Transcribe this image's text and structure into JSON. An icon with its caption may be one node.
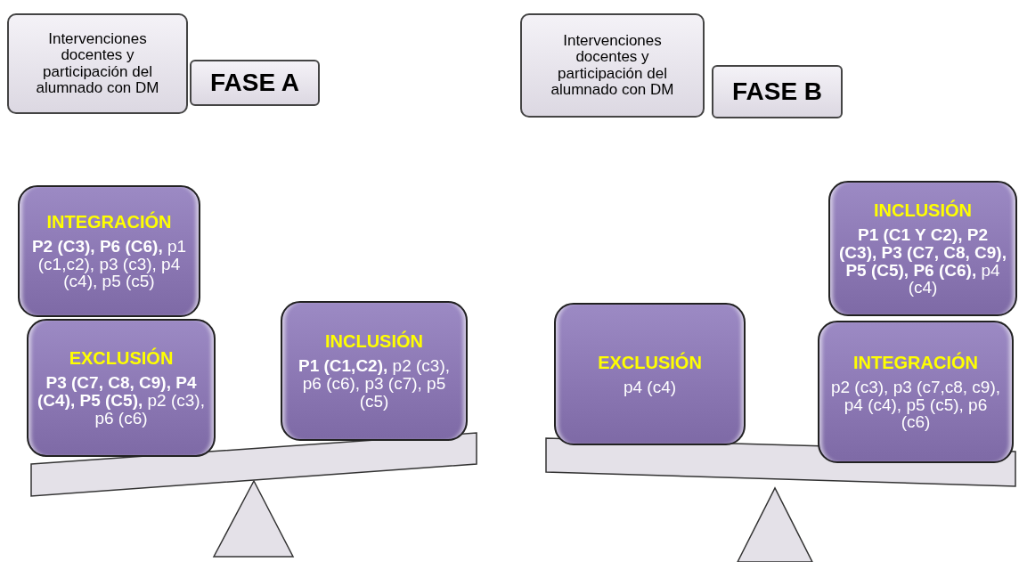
{
  "diagram": {
    "nodes": [
      {
        "text": [
          "Intervenciones docentes y participación del alumnado con DM"
        ]
      },
      {
        "text": [
          "FASE A"
        ]
      },
      {
        "text": [
          "INTEGRACIÓN",
          "**P2 (C3), P6 (C6),** p1 (c1,c2), p3 (c3), p4 (c4), p5 (c5)"
        ]
      },
      {
        "text": [
          "EXCLUSIÓN",
          "**P3 (C7, C8, C9), P4 (C4), P5 (C5),** p2 (c3), p6 (c6)"
        ]
      },
      {
        "text": [
          "INCLUSIÓN",
          "**P1 (C1,C2),** p2 (c3), p6 (c6), p3 (c7), p5 (c5)"
        ]
      },
      {
        "text": [
          "Intervenciones docentes y participación del alumnado con DM"
        ]
      },
      {
        "text": [
          "FASE B"
        ]
      },
      {
        "text": [
          "INCLUSIÓN",
          "**P1 (C1 Y C2), P2 (C3), P3 (C7, C8, C9), P5 (C5), P6 (C6),** p4 (c4)"
        ]
      },
      {
        "text": [
          "EXCLUSIÓN",
          "p4 (c4)"
        ]
      },
      {
        "text": [
          "INTEGRACIÓN",
          "p2 (c3), p3 (c7,c8, c9), p4 (c4), p5 (c5), p6 (c6)"
        ]
      }
    ]
  }
}
